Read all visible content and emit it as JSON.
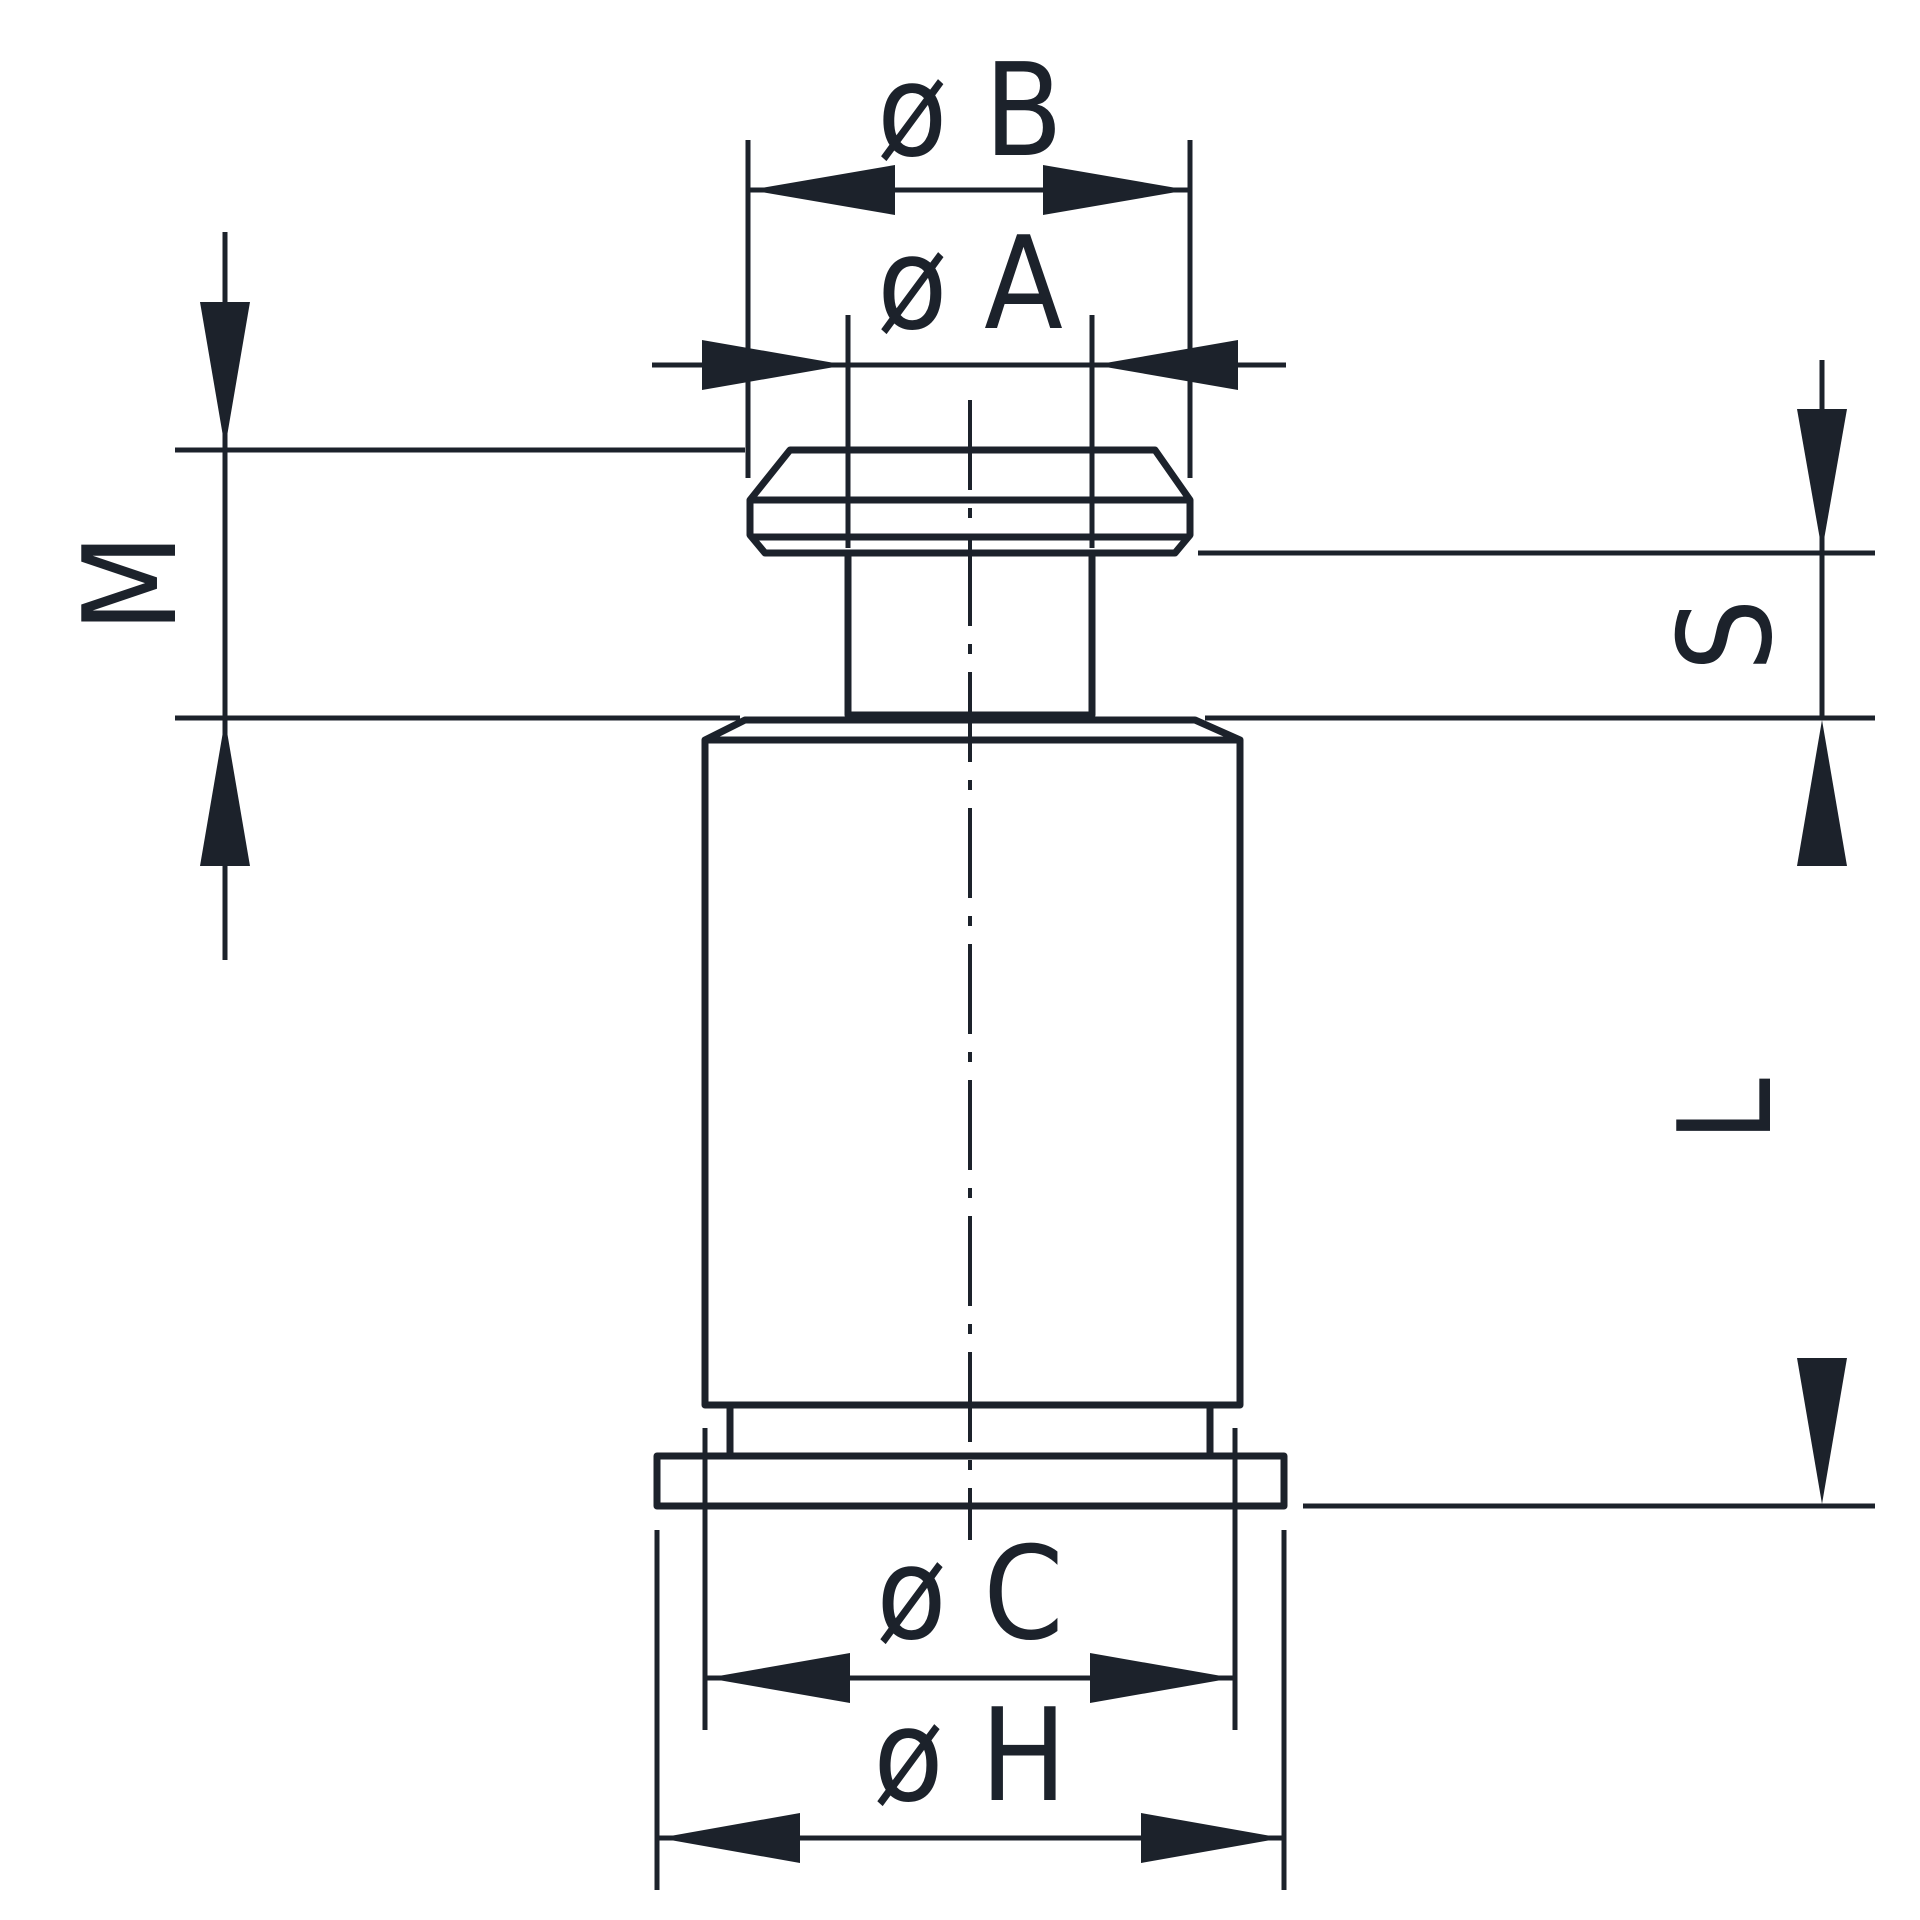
{
  "dimensions": {
    "diameter_b": "ø B",
    "diameter_a": "ø A",
    "diameter_c": "ø C",
    "diameter_h": "ø H",
    "height_m": "M",
    "stroke_s": "S",
    "length_l": "L"
  },
  "colors": {
    "line": "#1c222b",
    "background": "#ffffff"
  }
}
